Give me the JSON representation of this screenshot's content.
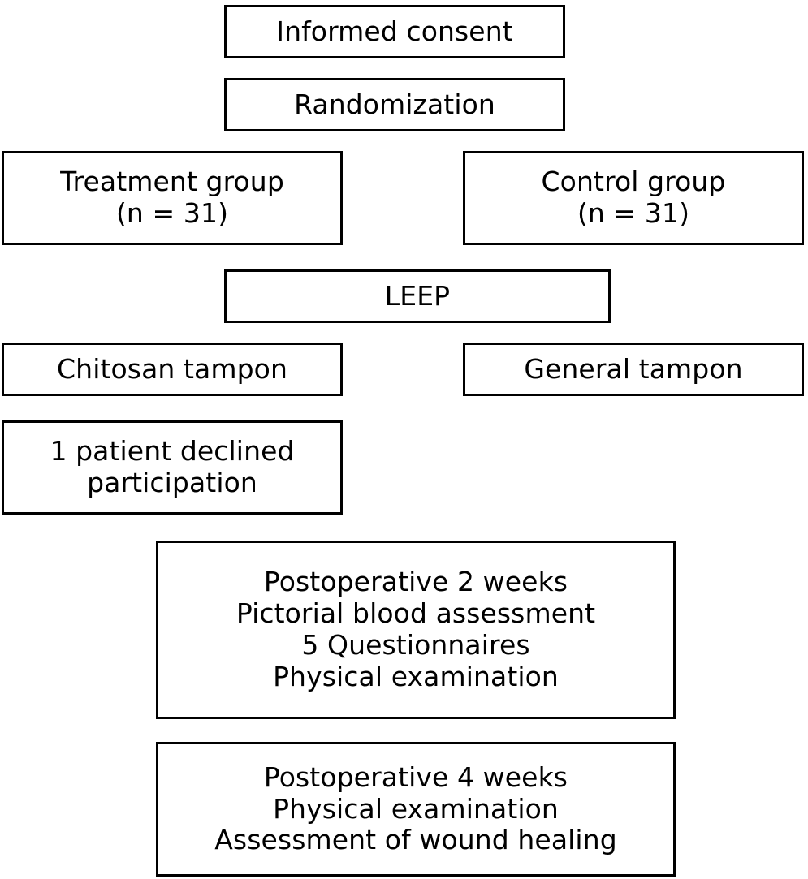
{
  "diagram": {
    "type": "flowchart",
    "title": "",
    "nodes": [
      {
        "id": "informed-consent",
        "lines": [
          "Informed consent"
        ]
      },
      {
        "id": "randomization",
        "lines": [
          "Randomization"
        ]
      },
      {
        "id": "treatment-group",
        "lines": [
          "Treatment group",
          "(n = 31)"
        ]
      },
      {
        "id": "control-group",
        "lines": [
          "Control group",
          "(n = 31)"
        ]
      },
      {
        "id": "leep",
        "lines": [
          "LEEP"
        ]
      },
      {
        "id": "chitosan-tampon",
        "lines": [
          "Chitosan tampon"
        ]
      },
      {
        "id": "general-tampon",
        "lines": [
          "General tampon"
        ]
      },
      {
        "id": "declined",
        "lines": [
          "1 patient declined",
          "participation"
        ]
      },
      {
        "id": "postop-2w",
        "lines": [
          "Postoperative 2 weeks",
          "Pictorial blood assessment",
          "5 Questionnaires",
          "Physical examination"
        ]
      },
      {
        "id": "postop-4w",
        "lines": [
          "Postoperative 4 weeks",
          "Physical examination",
          "Assessment of wound healing"
        ]
      }
    ],
    "colors": {
      "border": "#000000",
      "background": "#ffffff",
      "text": "#000000"
    }
  }
}
